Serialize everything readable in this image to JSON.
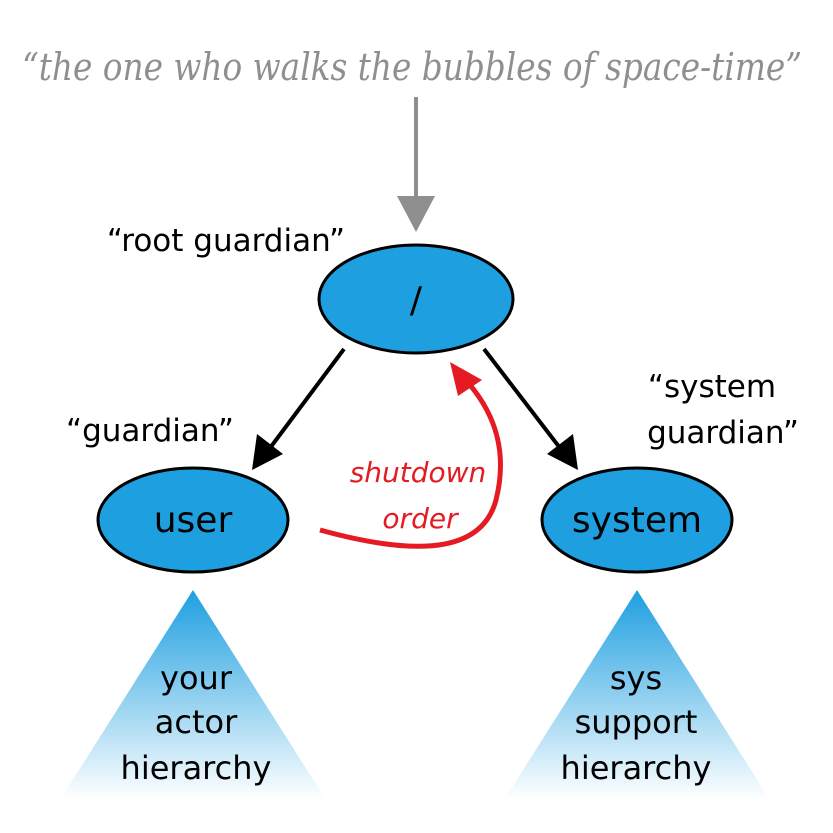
{
  "quote": "“the one who walks the bubbles of space-time”",
  "nodes": {
    "root": {
      "label": "/",
      "caption": "“root guardian”"
    },
    "user": {
      "label": "user",
      "caption": "“guardian”"
    },
    "system": {
      "label": "system",
      "caption_line1": "“system",
      "caption_line2": "guardian”"
    }
  },
  "shutdown": {
    "line1": "shutdown",
    "line2": "order"
  },
  "hierarchies": {
    "user": [
      "your",
      "actor",
      "hierarchy"
    ],
    "system": [
      "sys",
      "support",
      "hierarchy"
    ]
  },
  "colors": {
    "node_fill": "#1e9fe0",
    "quote_gray": "#8f8f8f",
    "shutdown_red": "#e41b23",
    "triangle_top": "#1e9fe0"
  }
}
